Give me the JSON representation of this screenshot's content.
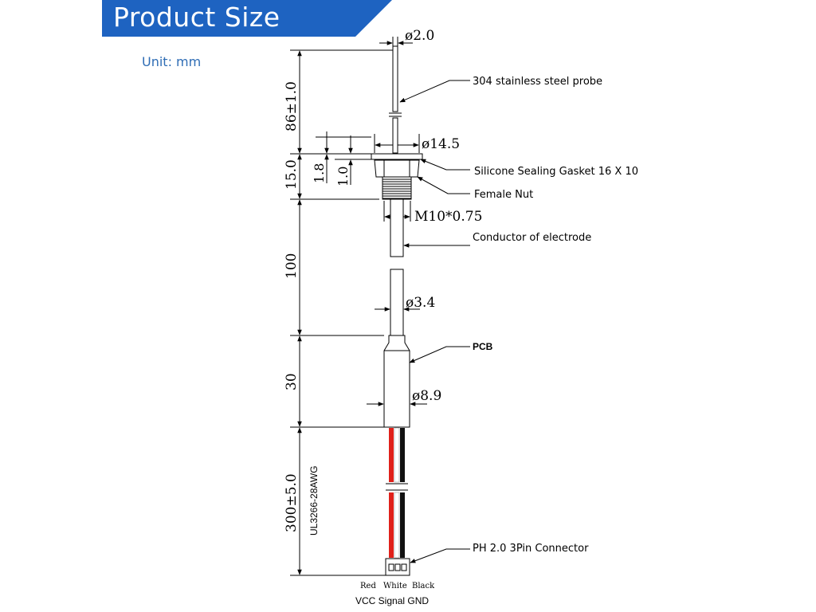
{
  "header": {
    "title": "Product Size",
    "banner_color": "#1e63c1"
  },
  "unit_label": "Unit: mm",
  "dimensions": {
    "probe_dia": "ø2.0",
    "probe_length": "86±1.0",
    "nut_dia": "ø14.5",
    "gasket_thickness": "1.8",
    "gasket_gap": "1.0",
    "nut_height": "15.0",
    "thread": "M10*0.75",
    "electrode_length": "100",
    "electrode_dia": "ø3.4",
    "pcb_length": "30",
    "pcb_dia": "ø8.9",
    "cable_length": "300±5.0",
    "cable_spec": "UL3266-28AWG"
  },
  "callouts": {
    "probe": "304 stainless steel probe",
    "gasket": "Silicone Sealing Gasket 16 X 10",
    "nut": "Female Nut",
    "electrode": "Conductor of electrode",
    "pcb": "PCB",
    "connector": "PH 2.0 3Pin Connector"
  },
  "wires": {
    "colors": [
      "Red",
      "White",
      "Black"
    ],
    "signals": "VCC Signal GND",
    "red_hex": "#e0201a",
    "black_hex": "#111111"
  }
}
